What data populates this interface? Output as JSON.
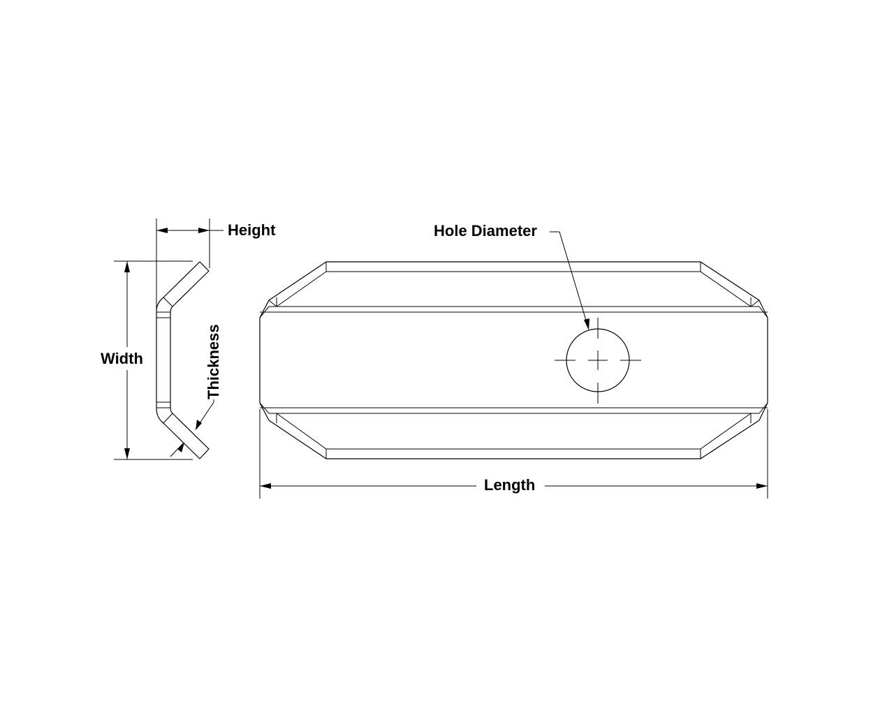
{
  "labels": {
    "height": "Height",
    "width": "Width",
    "thickness": "Thickness",
    "hole_diameter": "Hole Diameter",
    "length": "Length"
  }
}
